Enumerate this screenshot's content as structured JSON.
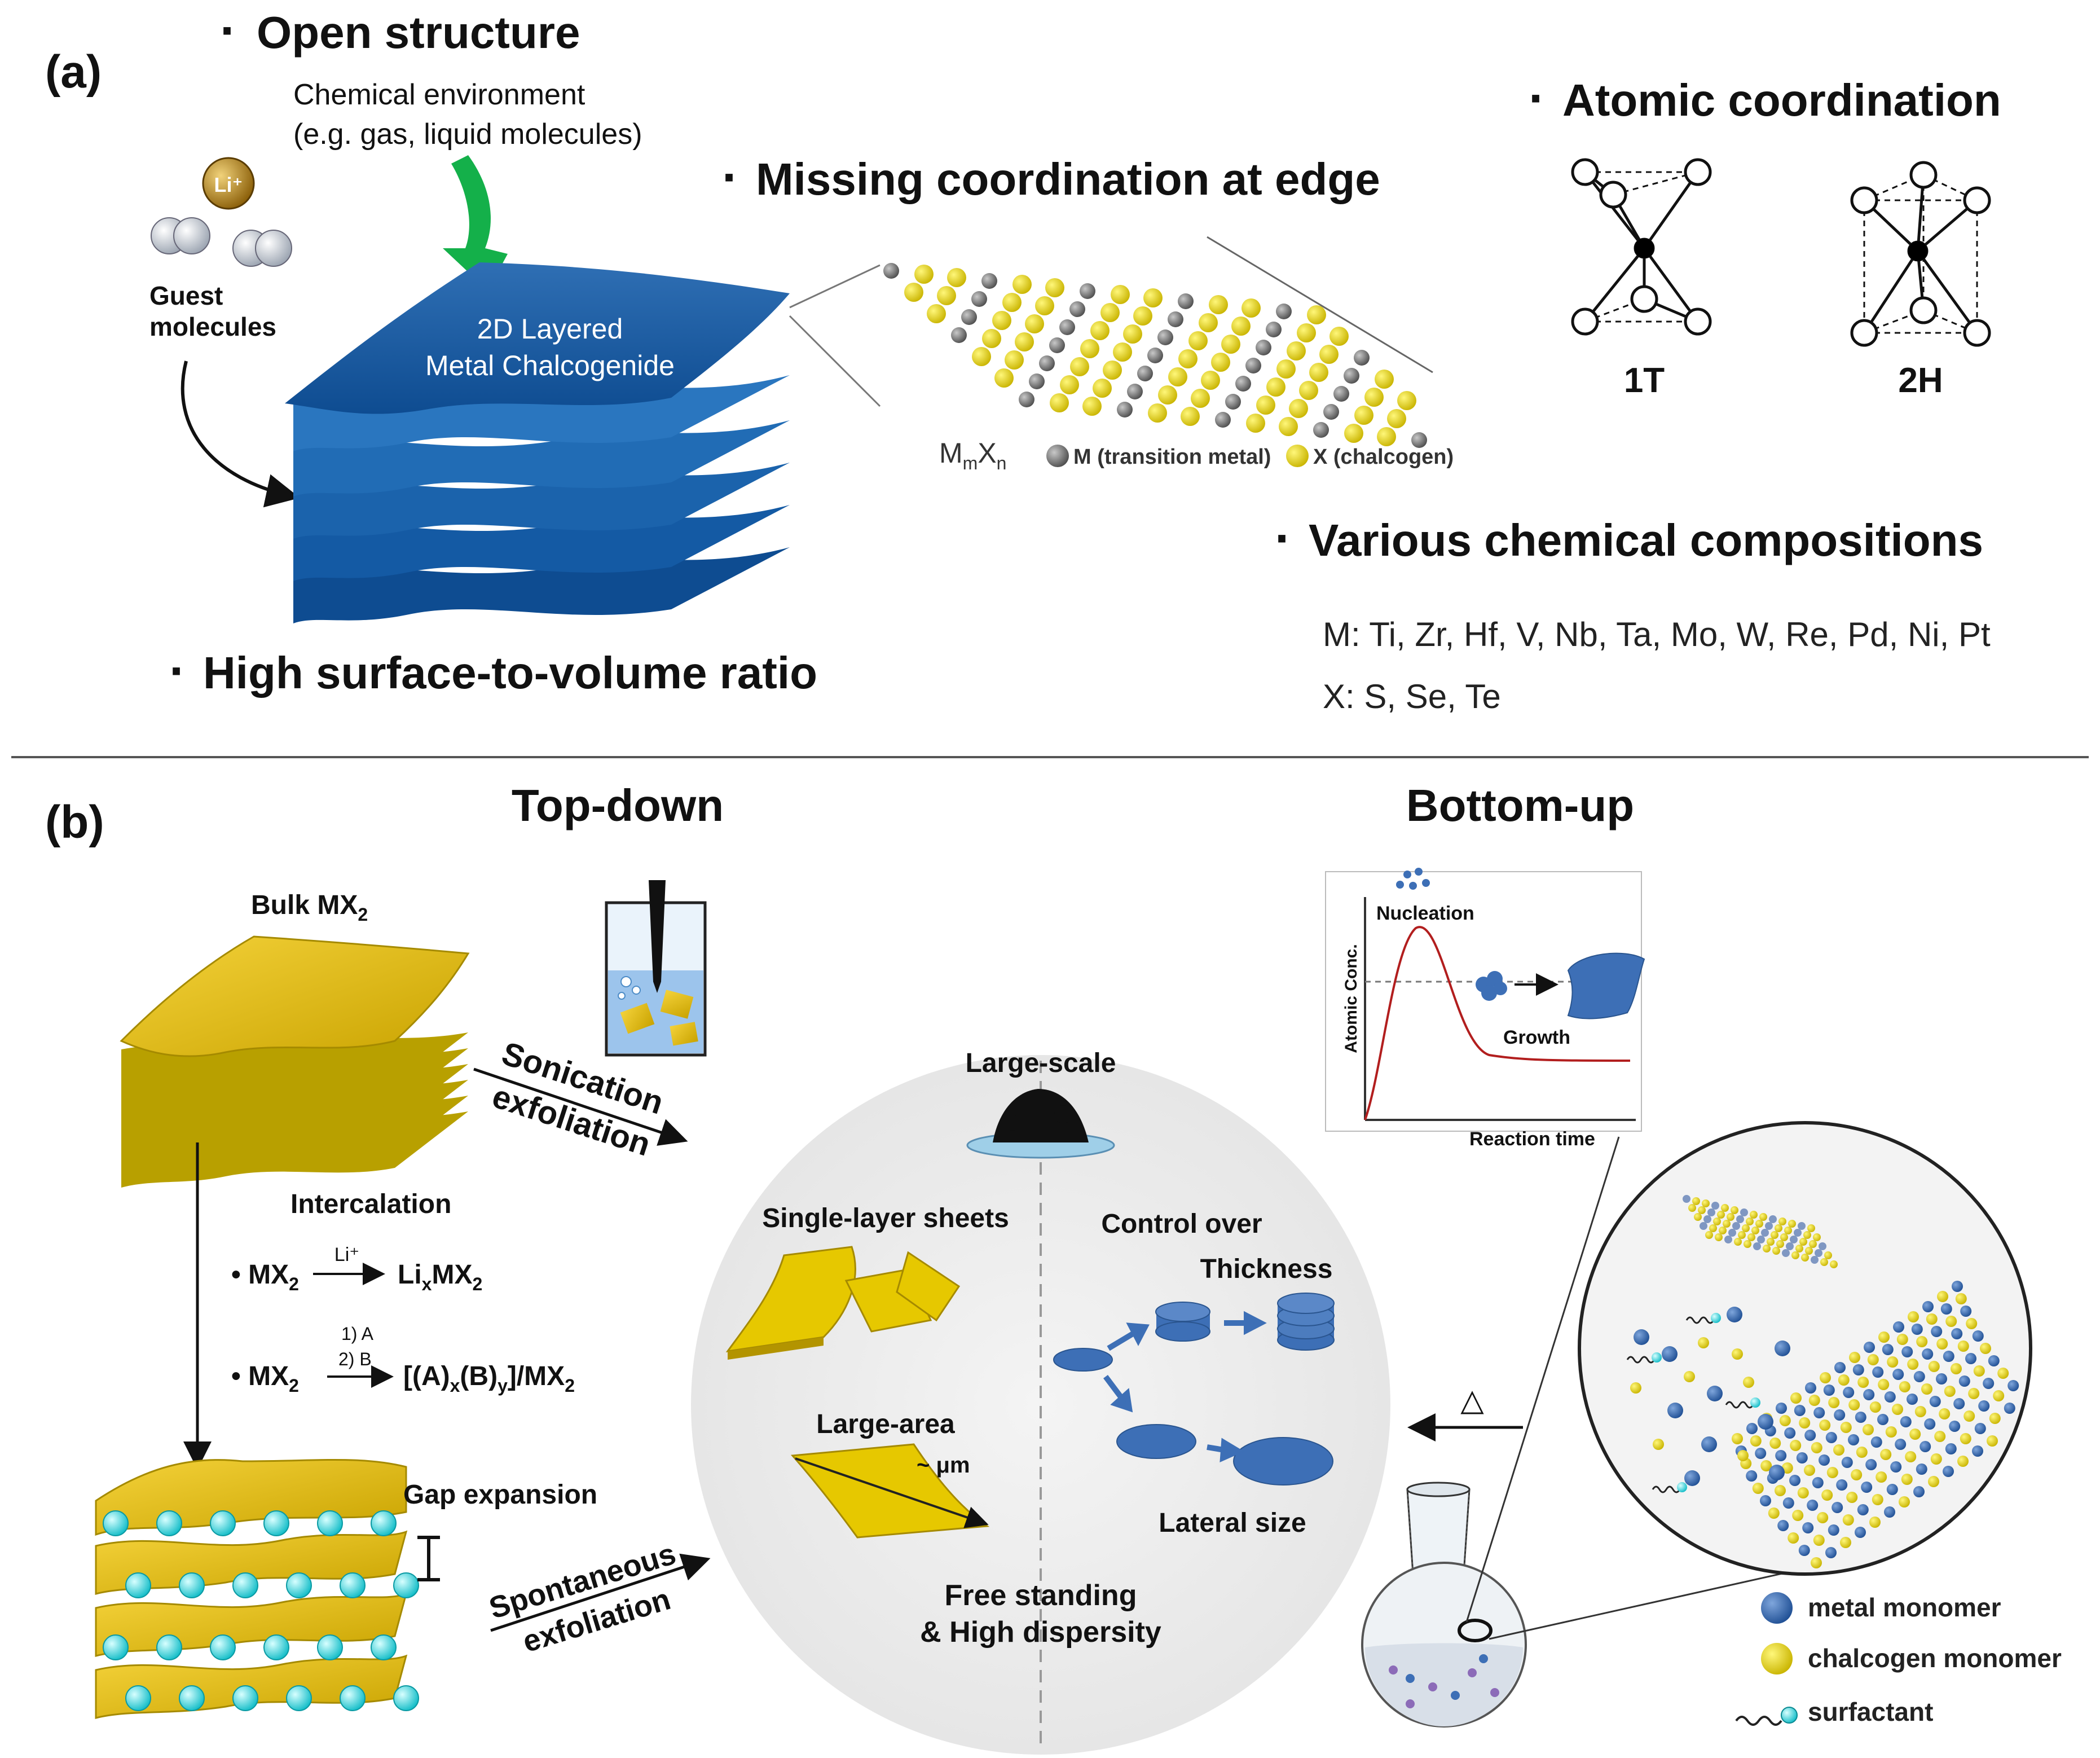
{
  "panel_a": {
    "label": "(a)",
    "bullet": "·",
    "open_structure": "Open structure",
    "chem_env_line1": "Chemical environment",
    "chem_env_line2": "(e.g. gas, liquid molecules)",
    "li_label": "Li⁺",
    "guest_line1": "Guest",
    "guest_line2": "molecules",
    "stack_line1": "2D Layered",
    "stack_line2": "Metal Chalcogenide",
    "missing_coord": "Missing coordination at edge",
    "formula_m": "M",
    "formula_m_sub": "m",
    "formula_x": "X",
    "formula_x_sub": "n",
    "legend_metal": "M (transition metal)",
    "legend_chalcogen": "X (chalcogen)",
    "atomic_coord": "Atomic coordination",
    "label_1t": "1T",
    "label_2h": "2H",
    "various": "Various chemical compositions",
    "m_list": "M: Ti, Zr, Hf, V, Nb, Ta, Mo, W, Re, Pd, Ni, Pt",
    "x_list": "X: S, Se, Te",
    "high_surface": "High surface-to-volume ratio"
  },
  "panel_b": {
    "label": "(b)",
    "top_down": "Top-down",
    "bottom_up": "Bottom-up",
    "bulk": "Bulk MX",
    "bulk_sub": "2",
    "sonication": "Sonication",
    "exfoliation": "exfoliation",
    "intercalation": "Intercalation",
    "rxn1_left": "• MX",
    "rxn1_arrow_label": "Li⁺",
    "rxn1_right": "Li",
    "rxn1_right_sub": "x",
    "rxn1_right2": "MX",
    "rxn2_left": "• MX",
    "rxn2_step1": "1) A",
    "rxn2_step2": "2) B",
    "rxn2_right_a": "[(A)",
    "rxn2_right_b": "(B)",
    "rxn2_right_c": "]/MX",
    "sub_x": "x",
    "sub_y": "y",
    "sub_2": "2",
    "gap_expansion": "Gap expansion",
    "spontaneous": "Spontaneous",
    "exfoliation2": "exfoliation",
    "large_scale": "Large-scale",
    "single_layer": "Single-layer sheets",
    "control_over": "Control over",
    "thickness": "Thickness",
    "large_area": "Large-area",
    "um": "~ μm",
    "lateral_size": "Lateral size",
    "free_standing": "Free standing",
    "high_dispersity": "& High dispersity",
    "nucleation": "Nucleation",
    "atomic_conc": "Atomic Conc.",
    "growth": "Growth",
    "reaction_time": "Reaction time",
    "delta": "△",
    "legend_metal": "metal monomer",
    "legend_chalcogen": "chalcogen monomer",
    "legend_surfactant": "surfactant"
  }
}
